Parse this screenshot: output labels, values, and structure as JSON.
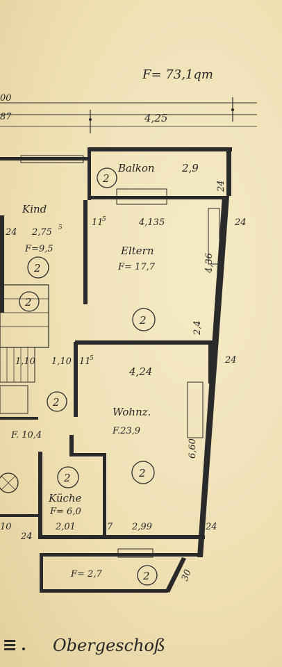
{
  "plan": {
    "total_area": "F= 73,1qm",
    "floor_title": "Obergeschoß",
    "dims_top": {
      "left_a": "00",
      "left_b": "87",
      "width": "4,25"
    },
    "balcony_top": {
      "name": "Balkon",
      "area": "2,9",
      "wall": "24",
      "unit_no": "2"
    },
    "kind": {
      "name": "Kind",
      "dim": "2,75",
      "dim_sup": "5",
      "area": "F=9,5",
      "wall": "24",
      "unit_no": "2"
    },
    "eltern": {
      "name": "Eltern",
      "area": "F= 17,7",
      "width": "4,135",
      "height": "4,36",
      "wall_left": "11",
      "wall_left_sup": "5",
      "wall_right": "24",
      "wall_bottom": "2,4",
      "unit_no": "2"
    },
    "wohnz": {
      "name": "Wohnz.",
      "area": "F.23,9",
      "width": "4,24",
      "height": "6,60",
      "wall_right": "24",
      "unit_no": "2"
    },
    "corridor": {
      "dim_a": "1,10",
      "dim_b": "1,10",
      "dim_c": "11",
      "dim_c_sup": "5",
      "area": "F. 10,4",
      "unit_no_a": "2",
      "unit_no_b": "2"
    },
    "kueche": {
      "name": "Küche",
      "area": "F= 6,0",
      "width": "2,01",
      "wall": "7",
      "unit_no": "2"
    },
    "bottom": {
      "width": "2,99",
      "wall_right": "24",
      "wall_left": "24",
      "left_dim": "10",
      "wall_corner": "30"
    },
    "balcony_bottom": {
      "area": "F= 2,7",
      "unit_no": "2"
    },
    "misc": {
      "kind_side_no": "2"
    }
  }
}
